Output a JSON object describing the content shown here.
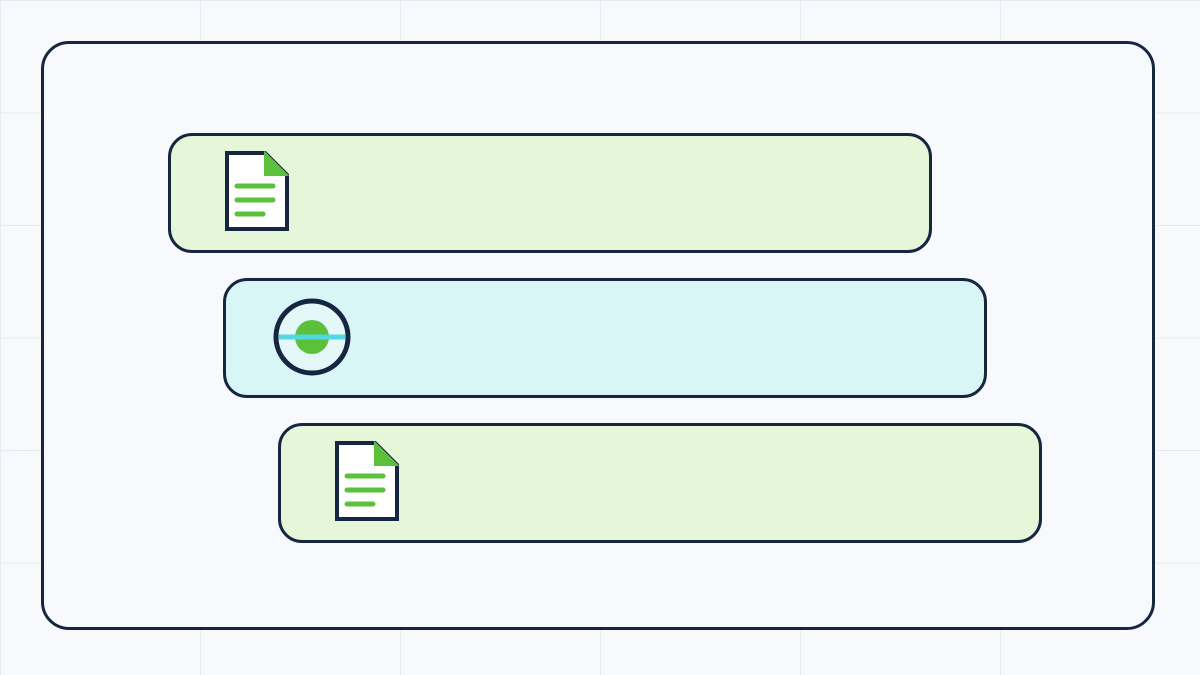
{
  "diagram": {
    "cards": [
      {
        "kind": "document",
        "icon": "document-icon"
      },
      {
        "kind": "target",
        "icon": "target-icon"
      },
      {
        "kind": "document",
        "icon": "document-icon"
      }
    ]
  },
  "colors": {
    "outline": "#172640",
    "doc_fill": "#e5f7d8",
    "target_fill": "#d8f6f6",
    "accent_green": "#5cc13a",
    "accent_cyan": "#52d8e0",
    "background": "#f7f9fc",
    "grid": "#e7ebf1"
  }
}
